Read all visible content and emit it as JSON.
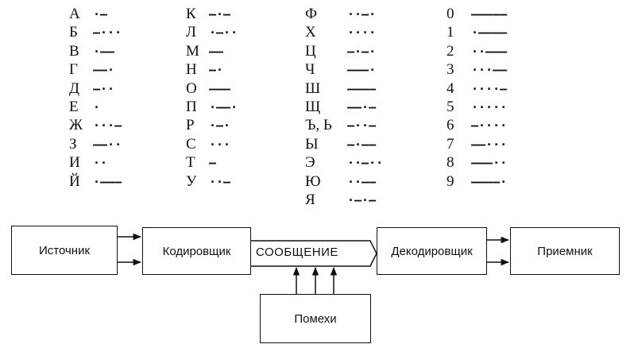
{
  "morse_table": [
    [
      {
        "letter": "А",
        "code": "·—"
      },
      {
        "letter": "Б",
        "code": "—···"
      },
      {
        "letter": "В",
        "code": "·——"
      },
      {
        "letter": "Г",
        "code": "——·"
      },
      {
        "letter": "Д",
        "code": "—··"
      },
      {
        "letter": "Е",
        "code": "·"
      },
      {
        "letter": "Ж",
        "code": "···—"
      },
      {
        "letter": "З",
        "code": "——··"
      },
      {
        "letter": "И",
        "code": "··"
      },
      {
        "letter": "Й",
        "code": "·———"
      }
    ],
    [
      {
        "letter": "К",
        "code": "—·—"
      },
      {
        "letter": "Л",
        "code": "·—··"
      },
      {
        "letter": "М",
        "code": "——"
      },
      {
        "letter": "Н",
        "code": "—·"
      },
      {
        "letter": "О",
        "code": "———"
      },
      {
        "letter": "П",
        "code": "·——·"
      },
      {
        "letter": "Р",
        "code": "·—·"
      },
      {
        "letter": "С",
        "code": "···"
      },
      {
        "letter": "Т",
        "code": "—"
      },
      {
        "letter": "У",
        "code": "··—"
      }
    ],
    [
      {
        "letter": "Ф",
        "code": "··—·"
      },
      {
        "letter": "Х",
        "code": "····"
      },
      {
        "letter": "Ц",
        "code": "—·—·"
      },
      {
        "letter": "Ч",
        "code": "———·"
      },
      {
        "letter": "Ш",
        "code": "————"
      },
      {
        "letter": "Щ",
        "code": "——·—"
      },
      {
        "letter": "Ъ, Ь",
        "code": "—··—"
      },
      {
        "letter": "Ы",
        "code": "—·——"
      },
      {
        "letter": "Э",
        "code": "··—··"
      },
      {
        "letter": "Ю",
        "code": "··——"
      },
      {
        "letter": "Я",
        "code": "·—·—"
      }
    ],
    [
      {
        "letter": "0",
        "code": "—————"
      },
      {
        "letter": "1",
        "code": "·————"
      },
      {
        "letter": "2",
        "code": "··———"
      },
      {
        "letter": "3",
        "code": "···——"
      },
      {
        "letter": "4",
        "code": "····—"
      },
      {
        "letter": "5",
        "code": "·····"
      },
      {
        "letter": "6",
        "code": "—····"
      },
      {
        "letter": "7",
        "code": "——···"
      },
      {
        "letter": "8",
        "code": "———··"
      },
      {
        "letter": "9",
        "code": "————·"
      }
    ]
  ],
  "diagram": {
    "source": "Источник",
    "encoder": "Кодировщик",
    "message": "СООБЩЕНИЕ",
    "decoder": "Декодировщик",
    "receiver": "Приемник",
    "noise": "Помехи"
  }
}
